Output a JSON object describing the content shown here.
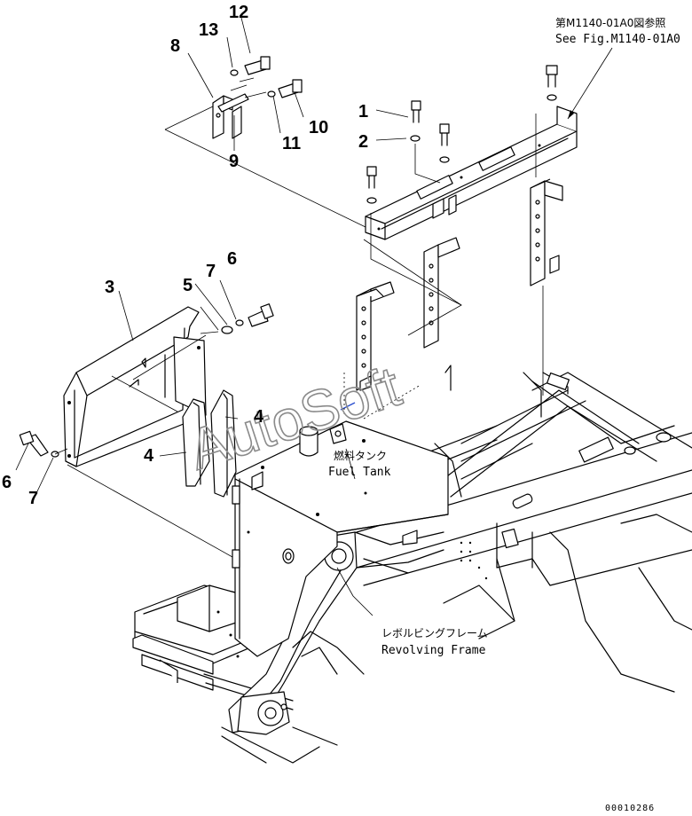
{
  "callouts": {
    "n1": "1",
    "n2": "2",
    "n3": "3",
    "n4a": "4",
    "n4b": "4",
    "n5": "5",
    "n6a": "6",
    "n6b": "6",
    "n7a": "7",
    "n7b": "7",
    "n8": "8",
    "n9": "9",
    "n10": "10",
    "n11": "11",
    "n12": "12",
    "n13": "13"
  },
  "labels": {
    "see_fig_jp": "第M1140-01A0図参照",
    "see_fig_en": "See Fig.M1140-01A0",
    "fuel_tank_jp": "燃料タンク",
    "fuel_tank_en": "Fuel Tank",
    "frame_jp": "レボルビングフレーム",
    "frame_en": "Revolving Frame"
  },
  "watermark": "AutoSoft",
  "drawing_code": "00010286"
}
